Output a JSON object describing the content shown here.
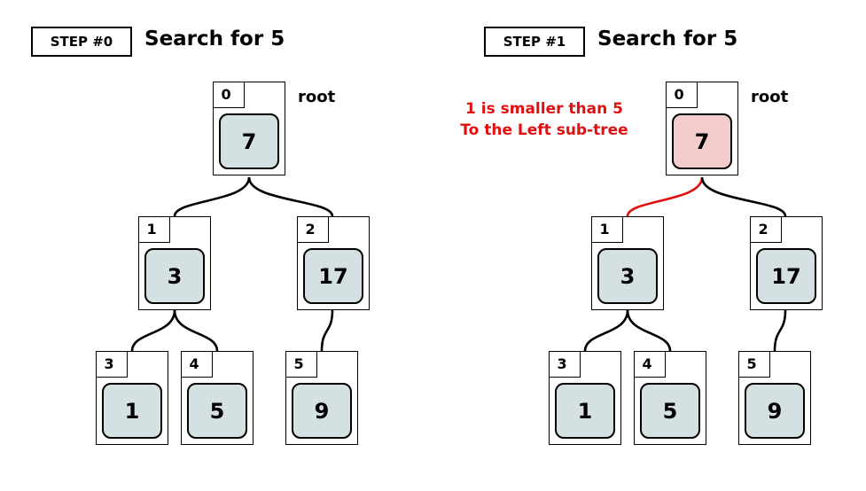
{
  "panels": [
    {
      "step_label": "STEP #0",
      "title": "Search for 5",
      "root_label": "root",
      "note_lines": [],
      "active_node": -1,
      "active_edge": "",
      "nodes": [
        {
          "index": "0",
          "value": "7"
        },
        {
          "index": "1",
          "value": "3"
        },
        {
          "index": "2",
          "value": "17"
        },
        {
          "index": "3",
          "value": "1"
        },
        {
          "index": "4",
          "value": "5"
        },
        {
          "index": "5",
          "value": "9"
        }
      ]
    },
    {
      "step_label": "STEP #1",
      "title": "Search for 5",
      "root_label": "root",
      "note_lines": [
        "1 is smaller than 5",
        "To the Left sub-tree"
      ],
      "active_node": 0,
      "active_edge": "0-1",
      "nodes": [
        {
          "index": "0",
          "value": "7"
        },
        {
          "index": "1",
          "value": "3"
        },
        {
          "index": "2",
          "value": "17"
        },
        {
          "index": "3",
          "value": "1"
        },
        {
          "index": "4",
          "value": "5"
        },
        {
          "index": "5",
          "value": "9"
        }
      ]
    }
  ],
  "edges": [
    {
      "from": "0",
      "to": "1"
    },
    {
      "from": "0",
      "to": "2"
    },
    {
      "from": "1",
      "to": "3"
    },
    {
      "from": "1",
      "to": "4"
    },
    {
      "from": "2",
      "to": "5"
    }
  ],
  "colors": {
    "node_fill": "#d5e0e2",
    "active_fill": "#f4cccc",
    "highlight": "#e01010"
  }
}
